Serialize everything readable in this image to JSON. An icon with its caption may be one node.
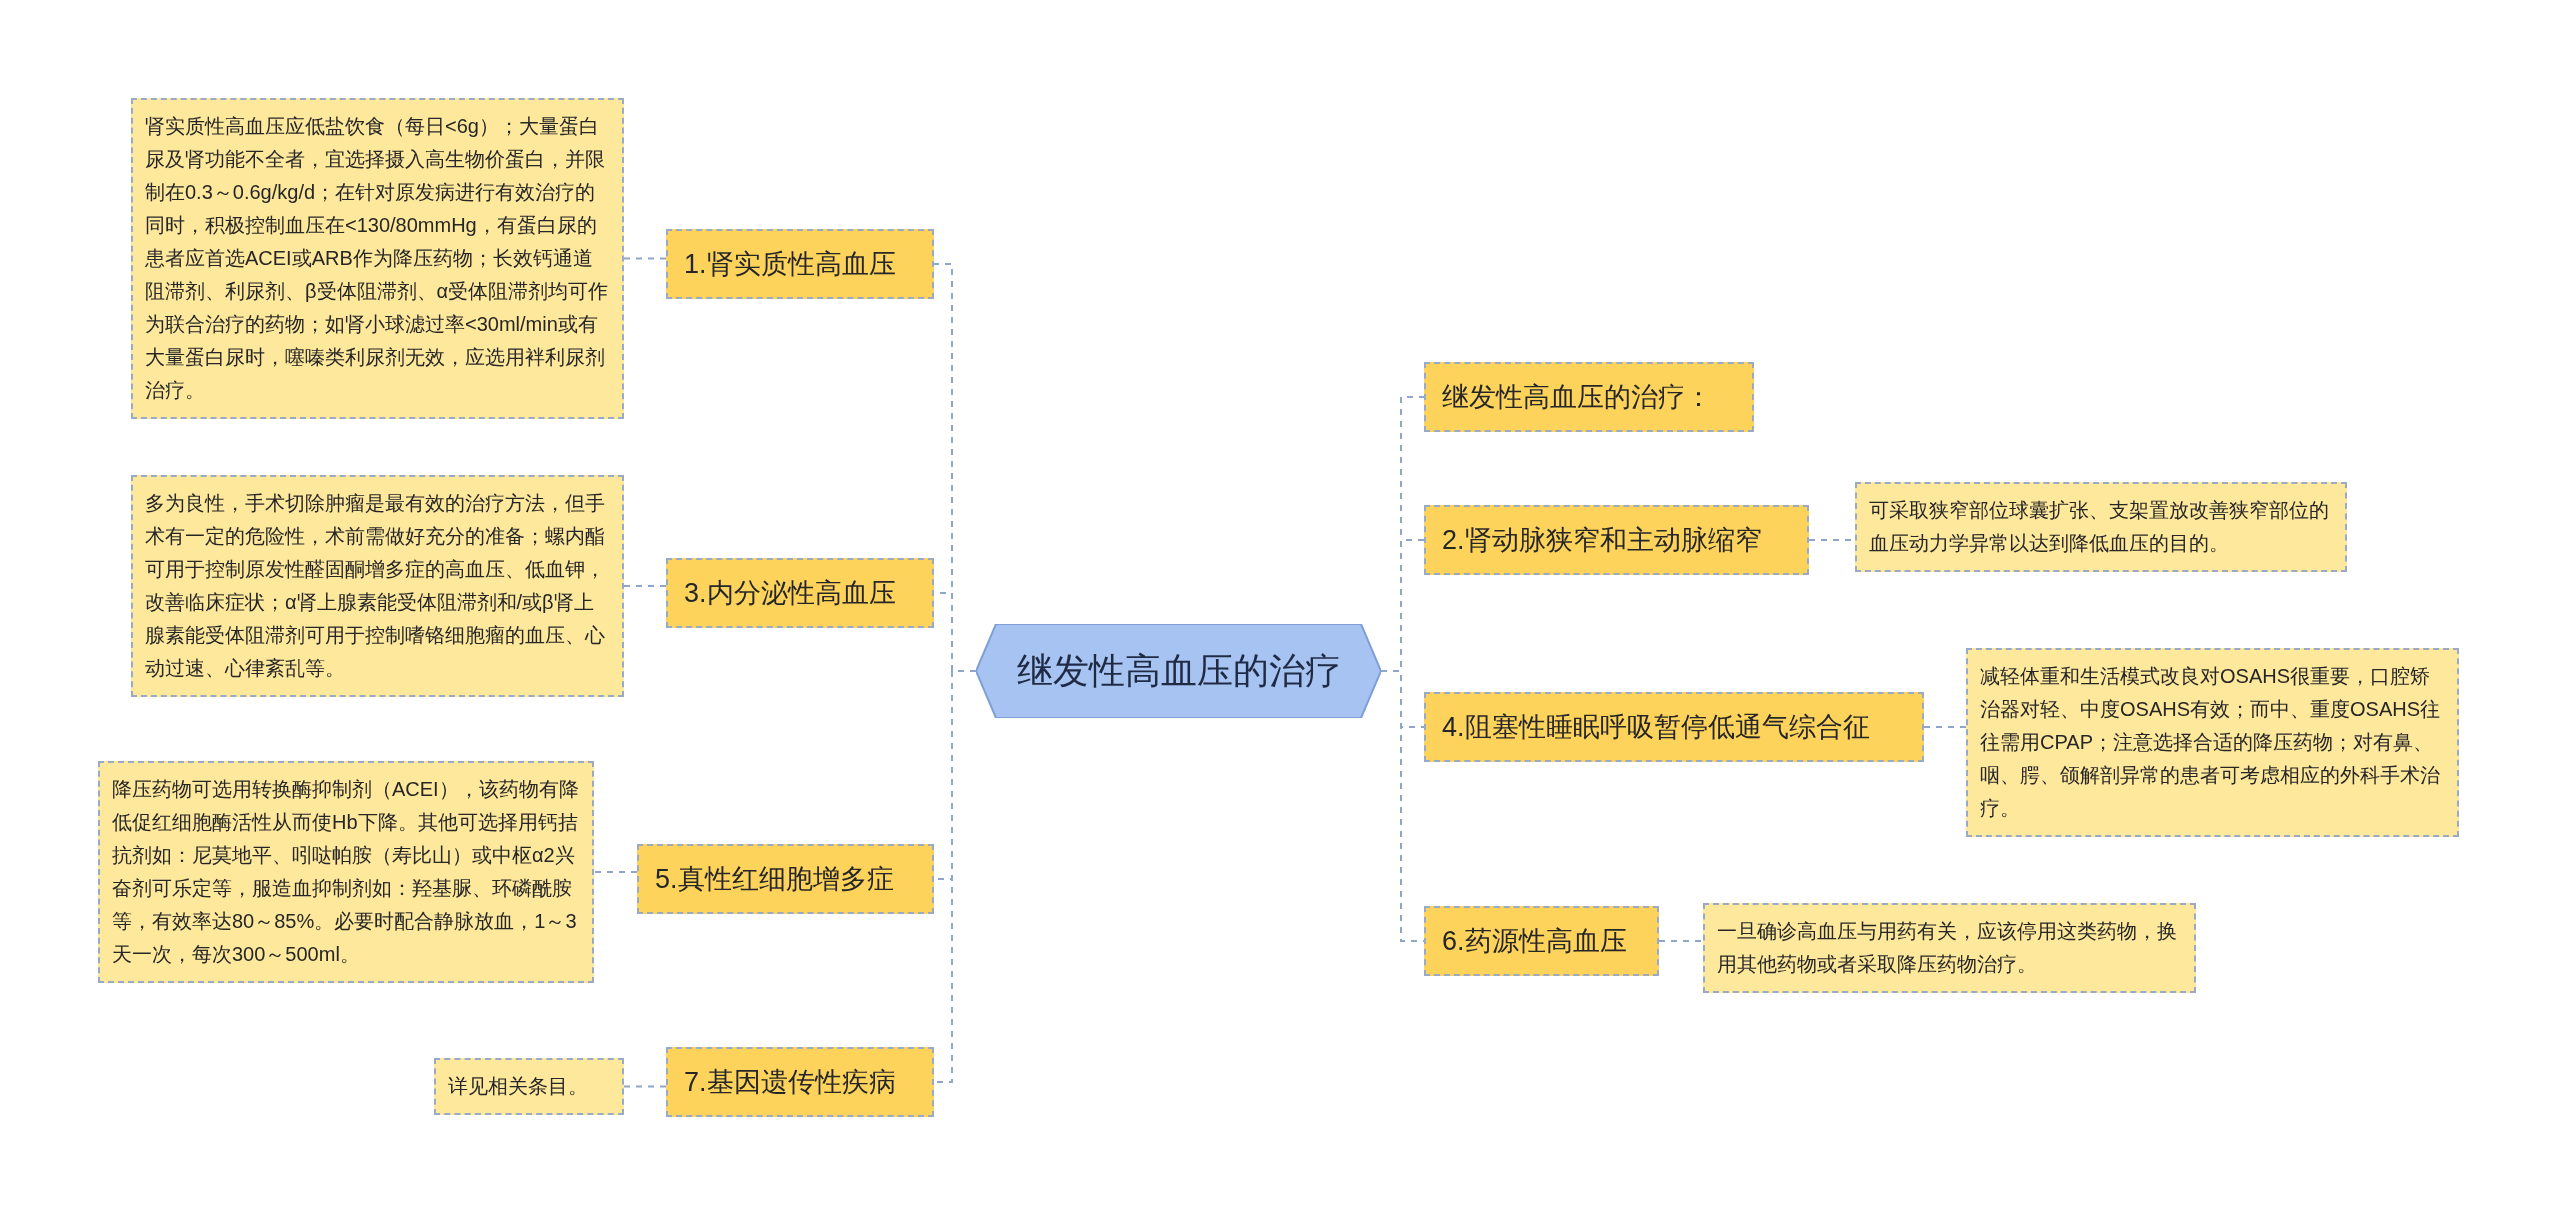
{
  "diagram": {
    "nodes": [
      {
        "text": [
          "继发性高血压的治疗"
        ]
      },
      {
        "text": [
          "1.肾实质性高血压"
        ]
      },
      {
        "text": [
          "肾实质性高血压应低盐饮食（每日<6g）；大量蛋白尿及肾功能不全者，宜选择摄入高生物价蛋白，并限制在0.3～0.6g/kg/d；在针对原发病进行有效治疗的同时，积极控制血压在<130/80mmHg，有蛋白尿的患者应首选ACEI或ARB作为降压药物；长效钙通道阻滞剂、利尿剂、β受体阻滞剂、α受体阻滞剂均可作为联合治疗的药物；如肾小球滤过率<30ml/min或有大量蛋白尿时，噻嗪类利尿剂无效，应选用袢利尿剂治疗。"
        ]
      },
      {
        "text": [
          "3.内分泌性高血压"
        ]
      },
      {
        "text": [
          "多为良性，手术切除肿瘤是最有效的治疗方法，但手术有一定的危险性，术前需做好充分的准备；螺内酯可用于控制原发性醛固酮增多症的高血压、低血钾，改善临床症状；α肾上腺素能受体阻滞剂和/或β肾上腺素能受体阻滞剂可用于控制嗜铬细胞瘤的血压、心动过速、心律紊乱等。"
        ]
      },
      {
        "text": [
          "5.真性红细胞增多症"
        ]
      },
      {
        "text": [
          "降压药物可选用转换酶抑制剂（ACEI），该药物有降低促红细胞酶活性从而使Hb下降。其他可选择用钙拮抗剂如：尼莫地平、吲哒帕胺（寿比山）或中枢α2兴奋剂可乐定等，服造血抑制剂如：羟基脲、环磷酰胺等，有效率达80～85%。必要时配合静脉放血，1～3天一次，每次300～500ml。"
        ]
      },
      {
        "text": [
          "7.基因遗传性疾病"
        ]
      },
      {
        "text": [
          "详见相关条目。"
        ]
      },
      {
        "text": [
          "继发性高血压的治疗："
        ]
      },
      {
        "text": [
          "2.肾动脉狭窄和主动脉缩窄"
        ]
      },
      {
        "text": [
          "可采取狭窄部位球囊扩张、支架置放改善狭窄部位的血压动力学异常以达到降低血压的目的。"
        ]
      },
      {
        "text": [
          "4.阻塞性睡眠呼吸暂停低通气综合征"
        ]
      },
      {
        "text": [
          "减轻体重和生活模式改良对OSAHS很重要，口腔矫治器对轻、中度OSAHS有效；而中、重度OSAHS往往需用CPAP；注意选择合适的降压药物；对有鼻、咽、腭、颌解剖异常的患者可考虑相应的外科手术治疗。"
        ]
      },
      {
        "text": [
          "6.药源性高血压"
        ]
      },
      {
        "text": [
          "一旦确诊高血压与用药有关，应该停用这类药物，换用其他药物或者采取降压药物治疗。"
        ]
      }
    ],
    "edges": [
      {
        "from": 0,
        "to": 1,
        "arrow": "none",
        "style": "dashed"
      },
      {
        "from": 1,
        "to": 2,
        "arrow": "none",
        "style": "dashed"
      },
      {
        "from": 0,
        "to": 3,
        "arrow": "none",
        "style": "dashed"
      },
      {
        "from": 3,
        "to": 4,
        "arrow": "none",
        "style": "dashed"
      },
      {
        "from": 0,
        "to": 5,
        "arrow": "none",
        "style": "dashed"
      },
      {
        "from": 5,
        "to": 6,
        "arrow": "none",
        "style": "dashed"
      },
      {
        "from": 0,
        "to": 7,
        "arrow": "none",
        "style": "dashed"
      },
      {
        "from": 7,
        "to": 8,
        "arrow": "none",
        "style": "dashed"
      },
      {
        "from": 0,
        "to": 9,
        "arrow": "none",
        "style": "dashed"
      },
      {
        "from": 0,
        "to": 10,
        "arrow": "none",
        "style": "dashed"
      },
      {
        "from": 10,
        "to": 11,
        "arrow": "none",
        "style": "dashed"
      },
      {
        "from": 0,
        "to": 12,
        "arrow": "none",
        "style": "dashed"
      },
      {
        "from": 12,
        "to": 13,
        "arrow": "none",
        "style": "dashed"
      },
      {
        "from": 0,
        "to": 14,
        "arrow": "none",
        "style": "dashed"
      },
      {
        "from": 14,
        "to": 15,
        "arrow": "none",
        "style": "dashed"
      }
    ]
  }
}
